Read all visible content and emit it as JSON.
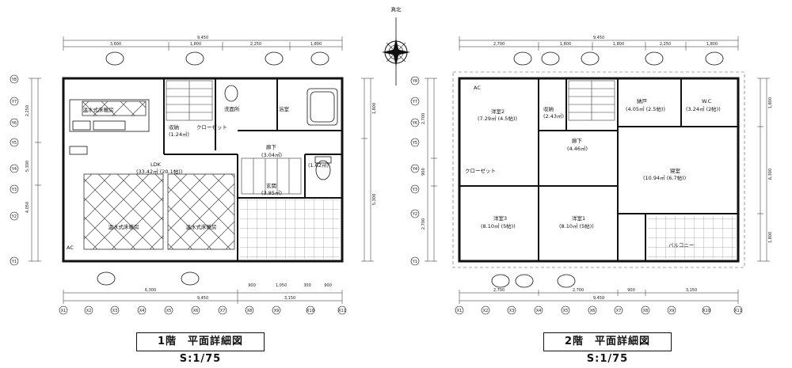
{
  "north_label": "真北",
  "floor1": {
    "title": "1階　平面詳細図 S:1/75",
    "rooms": {
      "ldk": "LDK",
      "ldk_area": "(33.42㎡ (20.1帖))",
      "heating_top": "温水式床暖房",
      "heating_left": "温水式床暖房",
      "heating_right": "温水式床暖房",
      "storage": "収納",
      "storage_area": "(1.24㎡)",
      "closet": "クローゼット",
      "washroom": "洗面所",
      "bath": "浴室",
      "hall": "廊下",
      "hall_area": "(3.04㎡)",
      "toilet_area": "(1.62㎡)",
      "entrance": "玄関",
      "entrance_area": "(3.85㎡)",
      "ac": "AC"
    },
    "dims_top": [
      "3,600",
      "1,800",
      "2,250",
      "1,800"
    ],
    "total_width": "9,450",
    "dims_bottom": [
      "6,300",
      "900",
      "1,050",
      "300",
      "900"
    ],
    "dim_bottom_sub": "3,150",
    "dims_left": [
      "2,250",
      "5,300",
      "4,050"
    ],
    "dims_right": [
      "1,800",
      "5,300"
    ],
    "x_axes": [
      "X1",
      "X2",
      "X3",
      "X4",
      "X5",
      "X6",
      "X7",
      "X8",
      "X9",
      "X10",
      "X11"
    ],
    "y_axes": [
      "Y8",
      "Y7",
      "Y6",
      "Y5",
      "Y4",
      "Y3",
      "Y2",
      "Y1"
    ]
  },
  "floor2": {
    "title": "2階　平面詳細図 S:1/75",
    "rooms": {
      "western2": "洋室2",
      "western2_area": "(7.29㎡ (4.5帖))",
      "storage": "収納",
      "storage_area": "(2.43㎡)",
      "closet_room": "納戸",
      "closet_room_area": "(4.05㎡ (2.5帖))",
      "wic": "W.C",
      "wic_area": "(3.24㎡ (2帖))",
      "hall": "廊下",
      "hall_area": "(4.46㎡)",
      "bedroom": "寝室",
      "bedroom_area": "(10.94㎡ (6.7帖))",
      "western3": "洋室3",
      "western3_area": "(8.10㎡ (5帖))",
      "western1": "洋室1",
      "western1_area": "(8.10㎡ (5帖))",
      "balcony": "バルコニー",
      "closet": "クローゼット",
      "ac": "AC"
    },
    "dims_top": [
      "2,700",
      "1,800",
      "1,800",
      "2,250",
      "1,800"
    ],
    "total_width": "9,450",
    "dims_bottom": [
      "2,700",
      "2,700",
      "900",
      "3,150"
    ],
    "dim_bottom_total": "9,450",
    "dims_left": [
      "2,700",
      "900",
      "2,700"
    ],
    "dims_right": [
      "1,800",
      "6,300",
      "1,800"
    ],
    "x_axes": [
      "X1",
      "X2",
      "X3",
      "X4",
      "X5",
      "X6",
      "X7",
      "X8",
      "X9",
      "X10",
      "X11"
    ],
    "y_axes": [
      "Y8",
      "Y7",
      "Y6",
      "Y5",
      "Y4",
      "Y3",
      "Y2",
      "Y1"
    ]
  }
}
